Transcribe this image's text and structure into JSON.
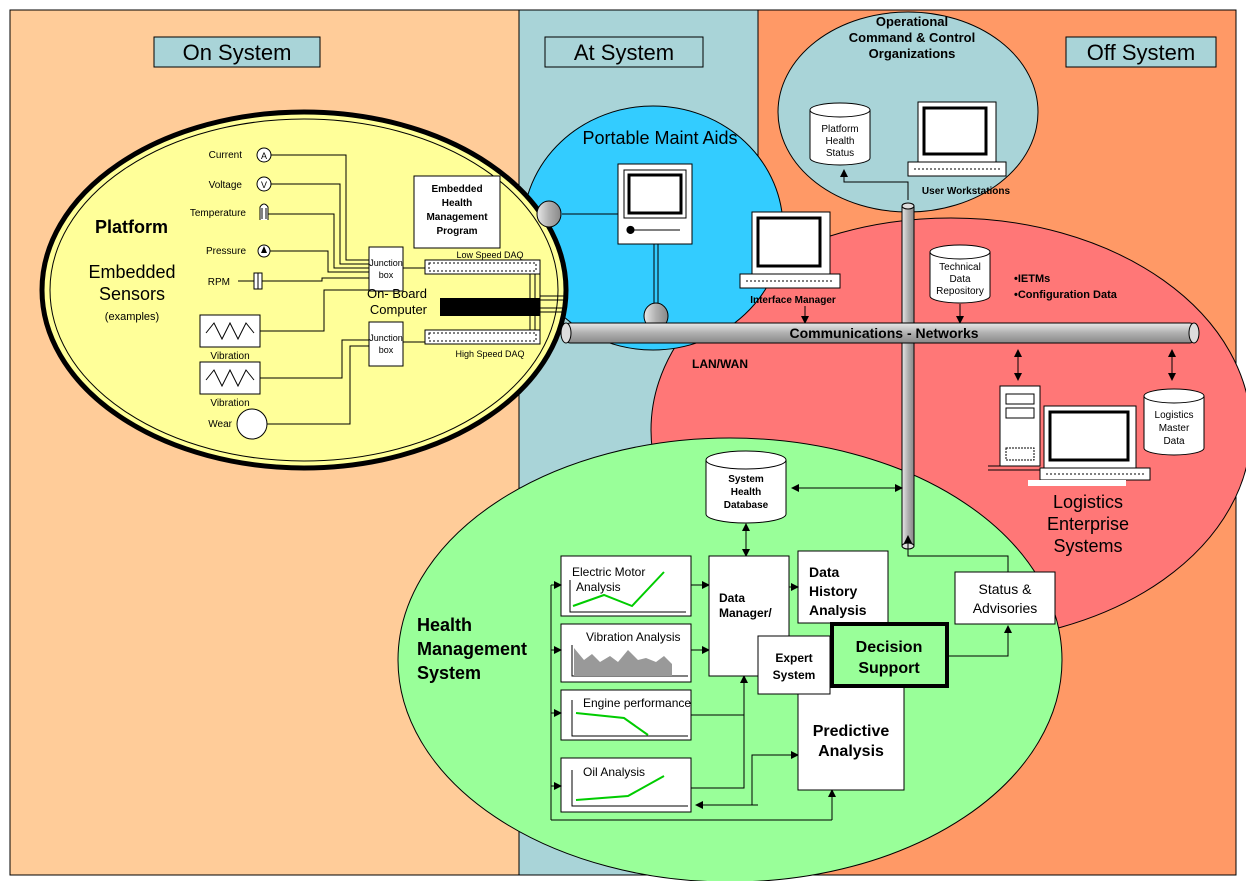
{
  "zones": {
    "on_system": "On System",
    "at_system": "At System",
    "off_system": "Off System"
  },
  "platform": {
    "title": "Platform",
    "sensors_title_1": "Embedded",
    "sensors_title_2": "Sensors",
    "sensors_note": "(examples)",
    "sensors": {
      "current": "Current",
      "voltage": "Voltage",
      "temperature": "Temperature",
      "pressure": "Pressure",
      "rpm": "RPM",
      "vibration_1": "Vibration",
      "vibration_2": "Vibration",
      "wear": "Wear"
    },
    "sensor_glyphs": {
      "ammeter": "A",
      "voltmeter": "V"
    },
    "ehm_program": [
      "Embedded",
      "Health",
      "Management",
      "Program"
    ],
    "junction_box_1": [
      "Junction",
      "box"
    ],
    "junction_box_2": [
      "Junction",
      "box"
    ],
    "low_speed_daq": "Low Speed DAQ",
    "high_speed_daq": "High Speed DAQ",
    "onboard_computer_1": "On- Board",
    "onboard_computer_2": "Computer"
  },
  "portable": {
    "title": "Portable Maint Aids",
    "interface_manager": "Interface Manager"
  },
  "operational": {
    "title": [
      "Operational",
      "Command & Control",
      "Organizations"
    ],
    "platform_health_status": [
      "Platform",
      "Health",
      "Status"
    ],
    "user_workstations": "User Workstations"
  },
  "network": {
    "communications": "Communications - Networks",
    "lan_wan": "LAN/WAN",
    "technical_data_repository": [
      "Technical",
      "Data",
      "Repository"
    ],
    "ietms": "•IETMs",
    "configuration_data": "•Configuration Data"
  },
  "logistics": {
    "master_data": [
      "Logistics",
      "Master",
      "Data"
    ],
    "enterprise": [
      "Logistics",
      "Enterprise",
      "Systems"
    ]
  },
  "hms": {
    "title": [
      "Health",
      "Management",
      "System"
    ],
    "system_health_database": [
      "System",
      "Health",
      "Database"
    ],
    "electric_motor": [
      "Electric Motor",
      "Analysis"
    ],
    "vibration_analysis": "Vibration Analysis",
    "engine_performance": "Engine performance",
    "oil_analysis": "Oil Analysis",
    "data_manager": [
      "Data",
      "Manager/"
    ],
    "data_history": [
      "Data",
      "History",
      "Analysis"
    ],
    "expert_system": [
      "Expert",
      "System"
    ],
    "decision_support": [
      "Decision",
      "Support"
    ],
    "predictive_analysis": [
      "Predictive",
      "Analysis"
    ],
    "status_advisories": [
      "Status &",
      "Advisories"
    ]
  },
  "colors": {
    "on_system_bg": "#FFCC99",
    "at_system_bg": "#A9D4D8",
    "off_system_bg": "#FF9966",
    "platform_fill": "#FFFF99",
    "portable_fill": "#33CCFF",
    "operational_fill": "#A9D4D8",
    "network_fill": "#FF7777",
    "hms_fill": "#99FF99",
    "trend_green": "#00CC00"
  }
}
